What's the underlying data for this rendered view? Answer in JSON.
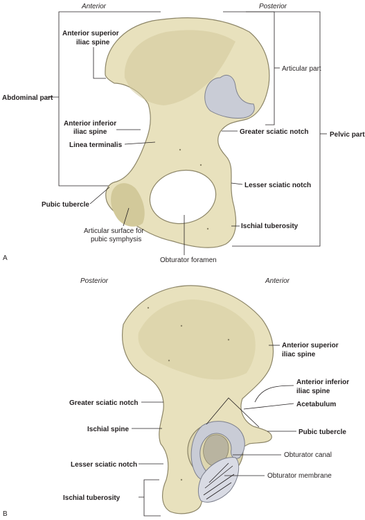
{
  "panel_a": {
    "letter": "A",
    "anterior": "Anterior",
    "posterior": "Posterior",
    "labels": {
      "asis_1": "Anterior superior",
      "asis_2": "iliac spine",
      "abdominal_part": "Abdominal part",
      "aiis_1": "Anterior inferior",
      "aiis_2": "iliac spine",
      "linea_terminalis": "Linea terminalis",
      "pubic_tubercle": "Pubic tubercle",
      "artic_surface_1": "Articular surface for",
      "artic_surface_2": "pubic symphysis",
      "obturator_foramen": "Obturator foramen",
      "articular_part": "Articular part",
      "greater_sciatic_notch": "Greater sciatic notch",
      "pelvic_part": "Pelvic part",
      "lesser_sciatic_notch": "Lesser sciatic notch",
      "ischial_tuberosity": "Ischial tuberosity"
    }
  },
  "panel_b": {
    "letter": "B",
    "posterior": "Posterior",
    "anterior": "Anterior",
    "labels": {
      "asis_1": "Anterior superior",
      "asis_2": "iliac spine",
      "aiis_1": "Anterior inferior",
      "aiis_2": "iliac spine",
      "acetabulum": "Acetabulum",
      "pubic_tubercle": "Pubic tubercle",
      "obturator_canal": "Obturator canal",
      "obturator_membrane": "Obturator membrane",
      "greater_sciatic_notch": "Greater sciatic notch",
      "ischial_spine": "Ischial spine",
      "lesser_sciatic_notch": "Lesser sciatic notch",
      "ischial_tuberosity": "Ischial tuberosity"
    }
  }
}
